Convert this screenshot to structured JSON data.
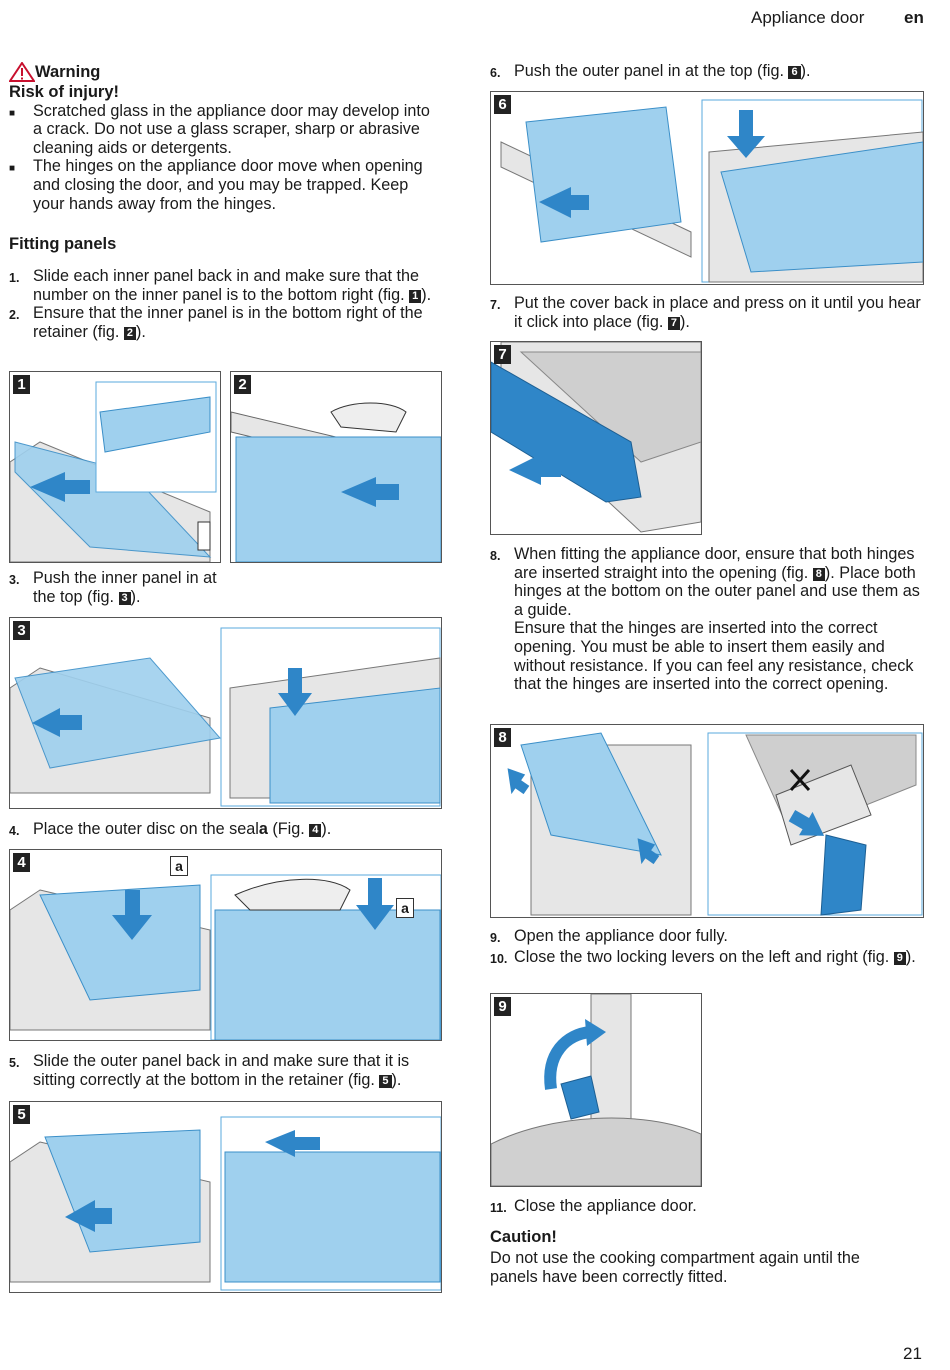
{
  "header": {
    "section": "Appliance door",
    "lang": "en"
  },
  "warning": {
    "title": "Warning",
    "subtitle": "Risk of injury!",
    "items": [
      "Scratched glass in the appliance door may develop into a crack. Do not use a glass scraper, sharp or abrasive cleaning aids or detergents.",
      "The hinges on the appliance door move when opening and closing the door, and you may be trapped. Keep your hands away from the hinges."
    ]
  },
  "fitting_heading": "Fitting panels",
  "steps": {
    "s1": {
      "num": "1.",
      "text": "Slide each inner panel back in and make sure that the number on the inner panel is to the bottom right (fig.",
      "fig": "1",
      "end": ")."
    },
    "s2": {
      "num": "2.",
      "text": "Ensure that the inner panel is in the bottom right of the retainer (fig.",
      "fig": "2",
      "end": ")."
    },
    "s3": {
      "num": "3.",
      "text": "Push the inner panel in at the top (fig.",
      "fig": "3",
      "end": ")."
    },
    "s4": {
      "num": "4.",
      "text": "Place the outer disc on the seal",
      "mark": "a",
      "text2": " (Fig.",
      "fig": "4",
      "end": ")."
    },
    "s5": {
      "num": "5.",
      "text": "Slide the outer panel back in and make sure that it is sitting correctly at the bottom in the retainer (fig.",
      "fig": "5",
      "end": ")."
    },
    "s6": {
      "num": "6.",
      "text": "Push the outer panel in at the top (fig.",
      "fig": "6",
      "end": ")."
    },
    "s7": {
      "num": "7.",
      "text": "Put the cover back in place and press on it until you hear it click into place (fig.",
      "fig": "7",
      "end": ")."
    },
    "s8": {
      "num": "8.",
      "text": "When fitting the appliance door, ensure that both hinges are inserted straight into the opening (fig.",
      "fig": "8",
      "end": "). Place both hinges at the bottom on the outer panel and use them as a guide.",
      "para2": "Ensure that the hinges are inserted into the correct opening. You must be able to insert them easily and without resistance. If you can feel any resistance, check that the hinges are inserted into the correct opening."
    },
    "s9": {
      "num": "9.",
      "text": "Open the appliance door fully."
    },
    "s10": {
      "num": "10.",
      "text": "Close the two locking levers on the left and right (fig.",
      "fig": "9",
      "end": ")."
    },
    "s11": {
      "num": "11.",
      "text": "Close the appliance door."
    }
  },
  "figures": {
    "f1": "1",
    "f2": "2",
    "f3": "3",
    "f4": "4",
    "f4_callout": "a",
    "f5": "5",
    "f6": "6",
    "f7": "7",
    "f8": "8",
    "f9": "9"
  },
  "caution": {
    "title": "Caution!",
    "text": "Do not use the cooking compartment again until the panels have been correctly fitted."
  },
  "page_number": "21",
  "colors": {
    "glass": "#9fd0ee",
    "glass_dark": "#5aa9dd",
    "arrow": "#2f86c8",
    "steel": "#d9d9d9",
    "text": "#1a1a1a"
  }
}
